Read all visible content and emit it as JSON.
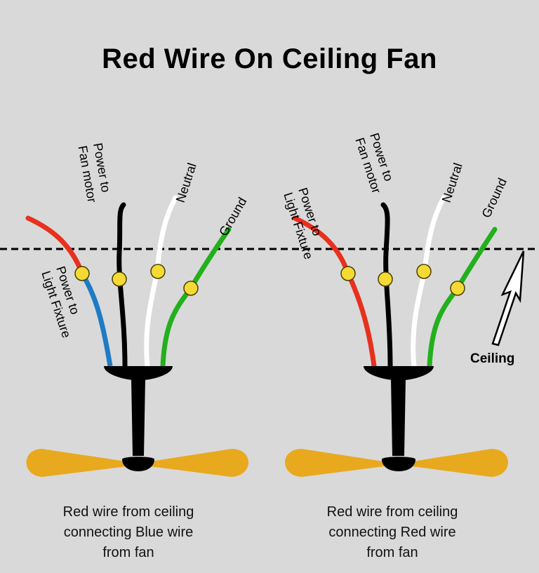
{
  "title": "Red Wire On Ceiling Fan",
  "colors": {
    "background": "#d9d9d9",
    "red_wire": "#e8301e",
    "blue_wire": "#1e7bc4",
    "black_wire": "#000000",
    "white_wire": "#ffffff",
    "green_wire": "#22b01c",
    "connector": "#f5d935",
    "blade": "#e8a91e"
  },
  "left_diagram": {
    "labels": {
      "power_fan_line1": "Power to",
      "power_fan_line2": "Fan motor",
      "neutral": "Neutral",
      "ground": "Ground",
      "power_light_line1": "Power to",
      "power_light_line2": "Light Fixture"
    },
    "caption": [
      "Red wire from ceiling",
      "connecting Blue wire",
      "from fan"
    ]
  },
  "right_diagram": {
    "labels": {
      "power_fan_line1": "Power to",
      "power_fan_line2": "Fan motor",
      "neutral": "Neutral",
      "ground": "Ground",
      "power_light_line1": "Power to",
      "power_light_line2": "Light Fixture"
    },
    "ceiling_label": "Ceiling",
    "caption": [
      "Red wire from ceiling",
      "connecting Red wire",
      "from fan"
    ]
  }
}
